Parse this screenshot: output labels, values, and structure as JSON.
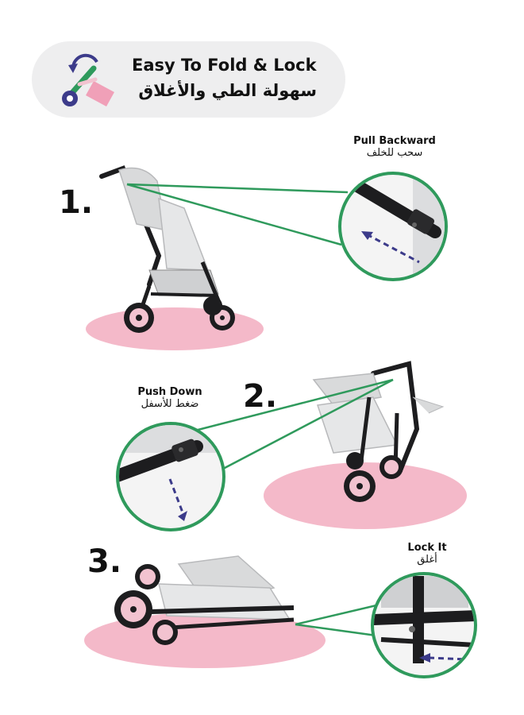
{
  "header": {
    "title_en": "Easy To Fold & Lock",
    "title_ar": "سهولة الطي والأغلاق",
    "icon": "fold-lock-icon"
  },
  "steps": [
    {
      "number": "1.",
      "label_en": "Pull Backward",
      "label_ar": "سحب للخلف"
    },
    {
      "number": "2.",
      "label_en": "Push Down",
      "label_ar": "ضغط للأسفل"
    },
    {
      "number": "3.",
      "label_en": "Lock It",
      "label_ar": "أغلق"
    }
  ],
  "colors": {
    "accent_green": "#2f9a5c",
    "pad_pink": "#f4b9c9",
    "arrow_purple": "#3c3b8a",
    "frame_black": "#1d1d1f",
    "fabric_grey": "#d9dadb"
  }
}
